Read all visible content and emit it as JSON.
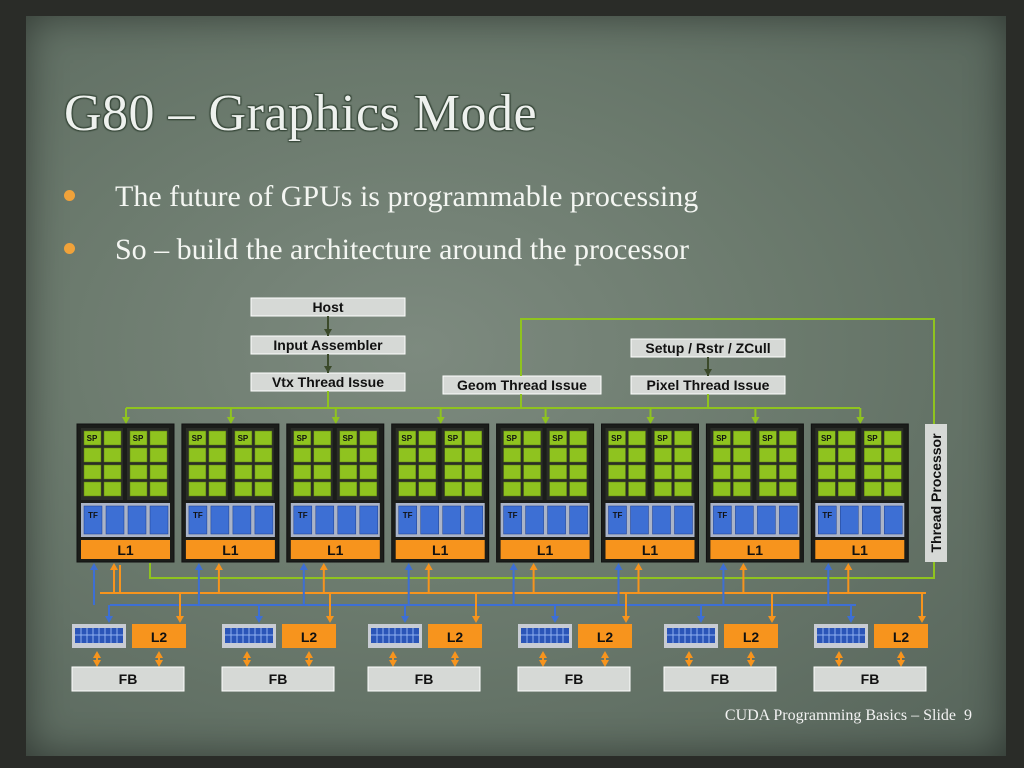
{
  "title": "G80 – Graphics Mode",
  "bullets": [
    "The future of GPUs is programmable processing",
    "So – build the architecture around the processor"
  ],
  "diagram": {
    "host": "Host",
    "input_assembler": "Input Assembler",
    "vtx_thread_issue": "Vtx Thread Issue",
    "geom_thread_issue": "Geom Thread Issue",
    "setup": "Setup / Rstr / ZCull",
    "pixel_thread_issue": "Pixel Thread Issue",
    "thread_processor": "Thread Processor",
    "sp_label": "SP",
    "tf_label": "TF",
    "l1_label": "L1",
    "l2_label": "L2",
    "fb_label": "FB",
    "cluster_count": 8,
    "partition_count": 6,
    "colors": {
      "green": "#8fc31f",
      "orange": "#f7941d",
      "blue": "#3d6fd4",
      "box": "#d6d9d6"
    }
  },
  "footer": {
    "text": "CUDA Programming Basics – Slide",
    "slide_number": "9"
  }
}
